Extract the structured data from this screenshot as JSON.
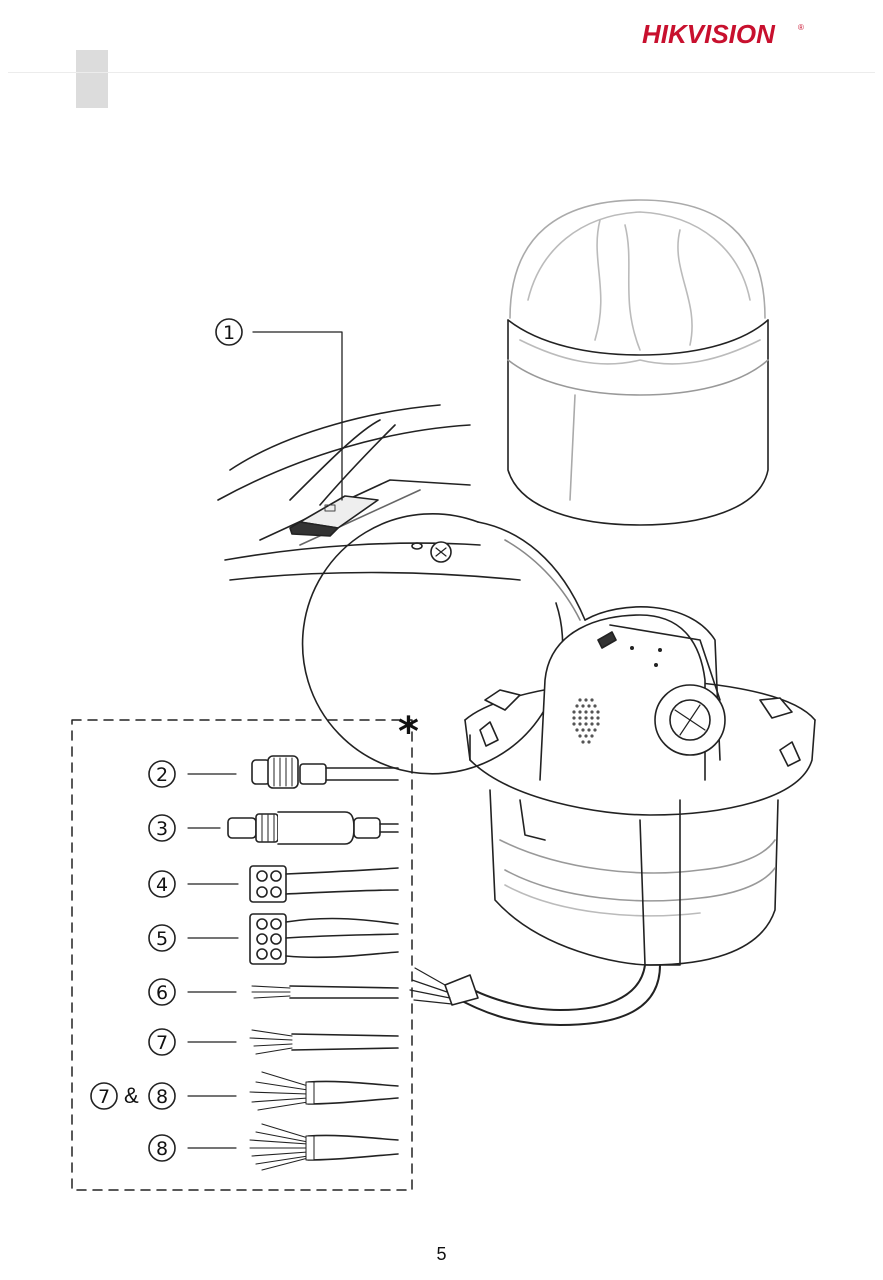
{
  "brand": {
    "logo_text": "HIKVISION",
    "registered_mark": "®",
    "color": "#c8102e"
  },
  "figure": {
    "callout_1": "1",
    "asterisk": "*",
    "components": [
      {
        "id": "2",
        "label": "2"
      },
      {
        "id": "3",
        "label": "3"
      },
      {
        "id": "4",
        "label": "4"
      },
      {
        "id": "5",
        "label": "5"
      },
      {
        "id": "6",
        "label": "6"
      },
      {
        "id": "7",
        "label": "7"
      },
      {
        "id": "7-8",
        "label_a": "7",
        "amp": "&",
        "label_b": "8"
      },
      {
        "id": "8",
        "label": "8"
      }
    ]
  },
  "footer": {
    "page_number": "5"
  }
}
